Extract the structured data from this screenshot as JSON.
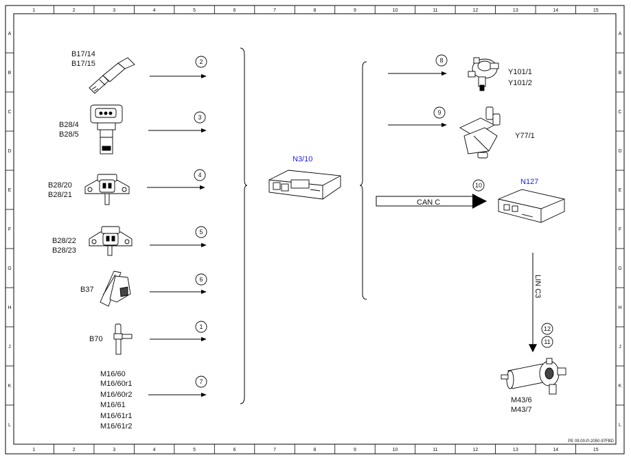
{
  "grid": {
    "columns": [
      "1",
      "2",
      "3",
      "4",
      "5",
      "6",
      "7",
      "8",
      "9",
      "10",
      "11",
      "12",
      "13",
      "14",
      "15"
    ],
    "rows": [
      "A",
      "B",
      "C",
      "D",
      "E",
      "F",
      "G",
      "H",
      "J",
      "K",
      "L"
    ]
  },
  "inputs": [
    {
      "id": "b17",
      "labels": [
        "B17/14",
        "B17/15"
      ],
      "ref": "2",
      "icon": "temperature-sensor-icon"
    },
    {
      "id": "b28a",
      "labels": [
        "B28/4",
        "B28/5"
      ],
      "ref": "3",
      "icon": "pressure-sensor-icon"
    },
    {
      "id": "b28b",
      "labels": [
        "B28/20",
        "B28/21"
      ],
      "ref": "4",
      "icon": "pressure-sensor-icon"
    },
    {
      "id": "b28c",
      "labels": [
        "B28/22",
        "B28/23"
      ],
      "ref": "5",
      "icon": "pressure-sensor-icon"
    },
    {
      "id": "b37",
      "labels": [
        "B37"
      ],
      "ref": "6",
      "icon": "accelerator-pedal-icon"
    },
    {
      "id": "b70",
      "labels": [
        "B70"
      ],
      "ref": "1",
      "icon": "crankshaft-sensor-icon"
    },
    {
      "id": "m16",
      "labels": [
        "M16/60",
        "M16/60r1",
        "M16/60r2",
        "M16/61",
        "M16/61r1",
        "M16/61r2"
      ],
      "ref": "7",
      "icon": ""
    }
  ],
  "controller": {
    "label": "N3/10",
    "icon": "engine-control-unit-icon"
  },
  "outputs": [
    {
      "id": "y101",
      "labels": [
        "Y101/1",
        "Y101/2"
      ],
      "ref": "8",
      "icon": "valve-actuator-icon"
    },
    {
      "id": "y77",
      "labels": [
        "Y77/1"
      ],
      "ref": "9",
      "icon": "pressure-transducer-icon"
    }
  ],
  "bus": {
    "label": "CAN C",
    "ref": "10"
  },
  "module": {
    "label": "N127",
    "icon": "powertrain-control-unit-icon"
  },
  "lin": {
    "label": "LIN C3",
    "refs": [
      "12",
      "11"
    ]
  },
  "motor": {
    "labels": [
      "M43/6",
      "M43/7"
    ],
    "icon": "pump-motor-icon"
  },
  "footer": "PE 09.00-P-2050-97FBD",
  "colors": {
    "line": "#000000",
    "highlight": "#1a1aee",
    "paper": "#ffffff"
  }
}
